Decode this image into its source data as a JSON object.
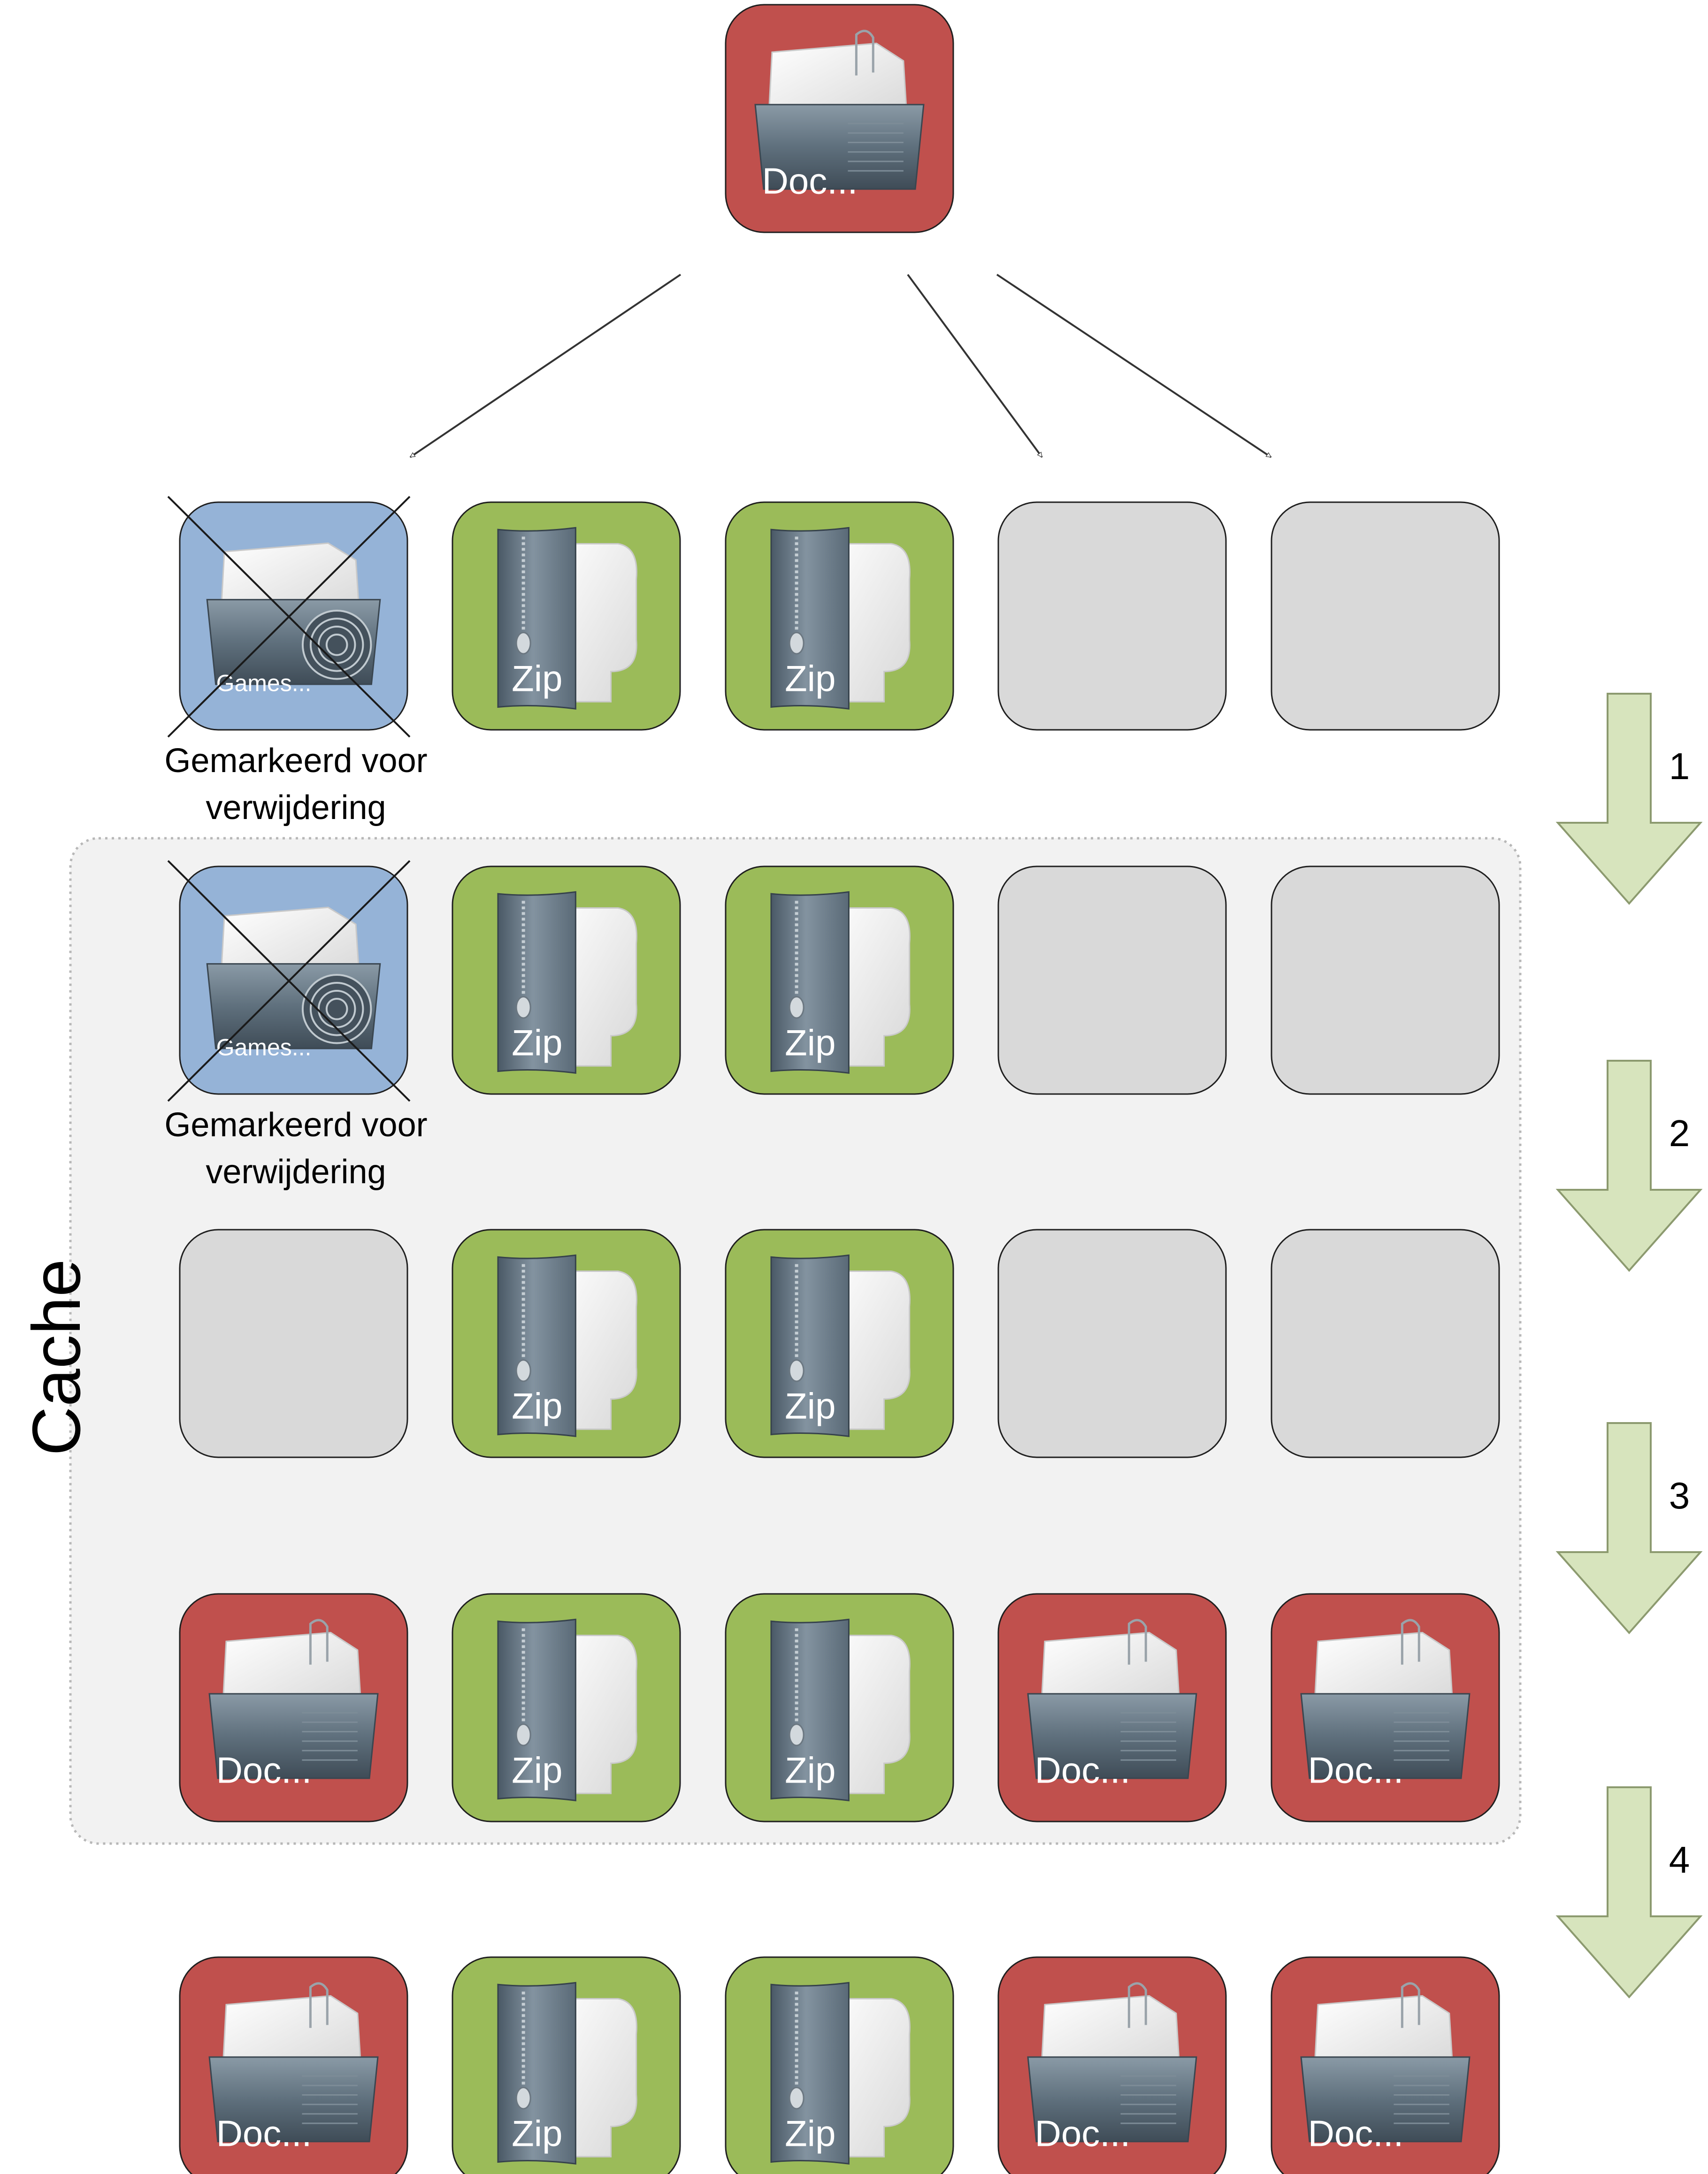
{
  "source": {
    "kind": "doc",
    "label": "Doc..."
  },
  "mark_label": [
    "Gemarkeerd voor",
    "verwijdering"
  ],
  "cache_label": "Cache",
  "rows": [
    {
      "marked": true,
      "tiles": [
        {
          "kind": "games",
          "label": "Games..."
        },
        {
          "kind": "zip",
          "label": "Zip"
        },
        {
          "kind": "zip",
          "label": "Zip"
        },
        {
          "kind": "empty",
          "label": ""
        },
        {
          "kind": "empty",
          "label": ""
        }
      ]
    },
    {
      "marked": true,
      "tiles": [
        {
          "kind": "games",
          "label": "Games..."
        },
        {
          "kind": "zip",
          "label": "Zip"
        },
        {
          "kind": "zip",
          "label": "Zip"
        },
        {
          "kind": "empty",
          "label": ""
        },
        {
          "kind": "empty",
          "label": ""
        }
      ]
    },
    {
      "marked": false,
      "tiles": [
        {
          "kind": "empty",
          "label": ""
        },
        {
          "kind": "zip",
          "label": "Zip"
        },
        {
          "kind": "zip",
          "label": "Zip"
        },
        {
          "kind": "empty",
          "label": ""
        },
        {
          "kind": "empty",
          "label": ""
        }
      ]
    },
    {
      "marked": false,
      "tiles": [
        {
          "kind": "doc",
          "label": "Doc..."
        },
        {
          "kind": "zip",
          "label": "Zip"
        },
        {
          "kind": "zip",
          "label": "Zip"
        },
        {
          "kind": "doc",
          "label": "Doc..."
        },
        {
          "kind": "doc",
          "label": "Doc..."
        }
      ]
    },
    {
      "marked": false,
      "tiles": [
        {
          "kind": "doc",
          "label": "Doc..."
        },
        {
          "kind": "zip",
          "label": "Zip"
        },
        {
          "kind": "zip",
          "label": "Zip"
        },
        {
          "kind": "doc",
          "label": "Doc..."
        },
        {
          "kind": "doc",
          "label": "Doc..."
        }
      ]
    }
  ],
  "steps": [
    "1",
    "2",
    "3",
    "4"
  ],
  "colors": {
    "doc": "#c0504d",
    "zip": "#9bbb59",
    "games": "#95b3d7",
    "empty": "#d9d9d9",
    "cache_bg": "#f2f2f2",
    "step_arrow": "#d7e4bd"
  }
}
